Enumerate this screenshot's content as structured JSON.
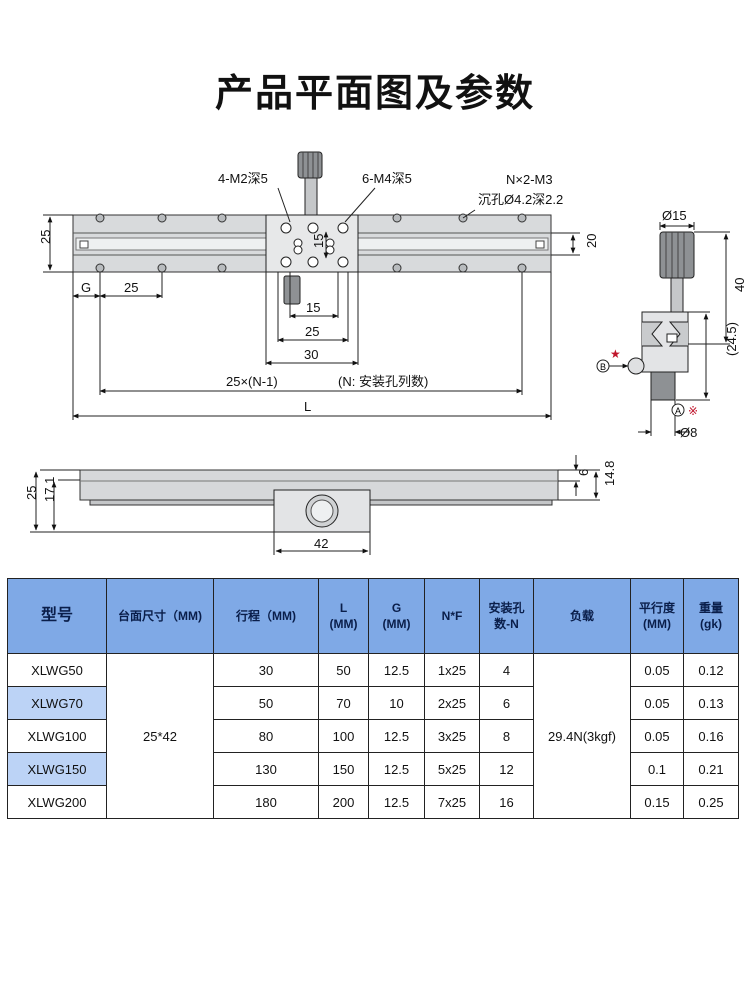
{
  "title": "产品平面图及参数",
  "drawing": {
    "labels": {
      "m2_holes": "4-M2深5",
      "m4_holes": "6-M4深5",
      "m3_holes": "N×2-M3",
      "counterbore": "沉孔Ø4.2深2.2",
      "dim_25_left": "25",
      "dim_20_right": "20",
      "dim_15_vertical": "15",
      "g_label": "G",
      "dim_25_pitch": "25",
      "dim_15": "15",
      "dim_25": "25",
      "dim_30": "30",
      "pitch_formula": "25×(N-1)",
      "pitch_note": "(N: 安装孔列数)",
      "length_L": "L",
      "dia15": "Ø15",
      "dim_40": "40",
      "dim_24_5": "(24.5)",
      "dia8": "Ø8",
      "datum_b": "B",
      "datum_a": "A",
      "star_mark": "★",
      "ref_mark": "※",
      "side_25": "25",
      "side_17_1": "17.1",
      "side_6": "6",
      "side_14_8": "14.8",
      "side_42": "42"
    }
  },
  "table": {
    "headers": [
      "型号",
      "台面尺寸（MM)",
      "行程（MM)",
      "L\n(MM)",
      "G\n(MM)",
      "N*F",
      "安装孔\n数-N",
      "负载",
      "平行度\n(MM)",
      "重量\n(gk)"
    ],
    "rows": [
      {
        "model": "XLWG50",
        "stroke": "30",
        "L": "50",
        "G": "12.5",
        "NF": "1x25",
        "N": "4",
        "parallel": "0.05",
        "weight": "0.12"
      },
      {
        "model": "XLWG70",
        "stroke": "50",
        "L": "70",
        "G": "10",
        "NF": "2x25",
        "N": "6",
        "parallel": "0.05",
        "weight": "0.13"
      },
      {
        "model": "XLWG100",
        "stroke": "80",
        "L": "100",
        "G": "12.5",
        "NF": "3x25",
        "N": "8",
        "parallel": "0.05",
        "weight": "0.16"
      },
      {
        "model": "XLWG150",
        "stroke": "130",
        "L": "150",
        "G": "12.5",
        "NF": "5x25",
        "N": "12",
        "parallel": "0.1",
        "weight": "0.21"
      },
      {
        "model": "XLWG200",
        "stroke": "180",
        "L": "200",
        "G": "12.5",
        "NF": "7x25",
        "N": "16",
        "parallel": "0.15",
        "weight": "0.25"
      }
    ],
    "table_size": "25*42",
    "load": "29.4N(3kgf)"
  },
  "colors": {
    "header_bg": "#7fa9e6",
    "row_highlight": "#bcd3f6",
    "rail_fill": "#d6d8da"
  }
}
